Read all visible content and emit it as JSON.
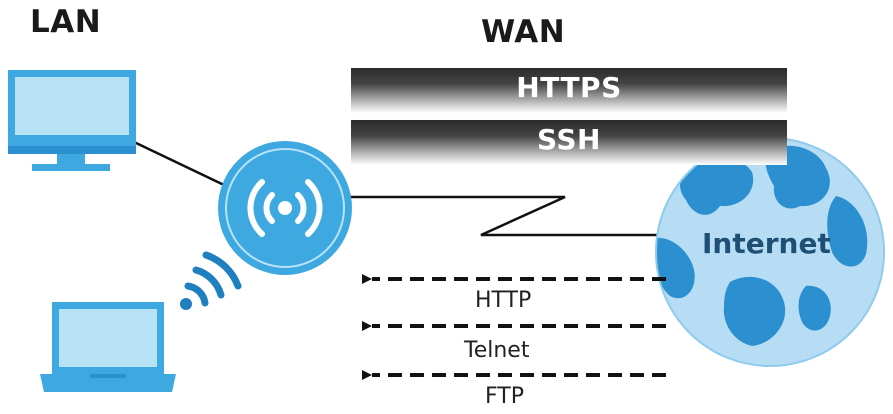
{
  "labels": {
    "lan": "LAN",
    "wan": "WAN",
    "internet": "Internet"
  },
  "secure_services": [
    "HTTPS",
    "SSH"
  ],
  "insecure_services": [
    "HTTP",
    "Telnet",
    "FTP"
  ],
  "icons": {
    "desktop": "desktop-computer-icon",
    "laptop": "laptop-icon",
    "router": "wireless-router-icon",
    "wifi": "wifi-waves-icon",
    "globe": "globe-icon"
  },
  "colors": {
    "device_blue": "#3da9e0",
    "device_light": "#b8e2f6",
    "globe_blue": "#2c8fd0",
    "globe_light": "#b6ddf4",
    "band_dark": "#2b2b2b",
    "line": "#111111"
  }
}
